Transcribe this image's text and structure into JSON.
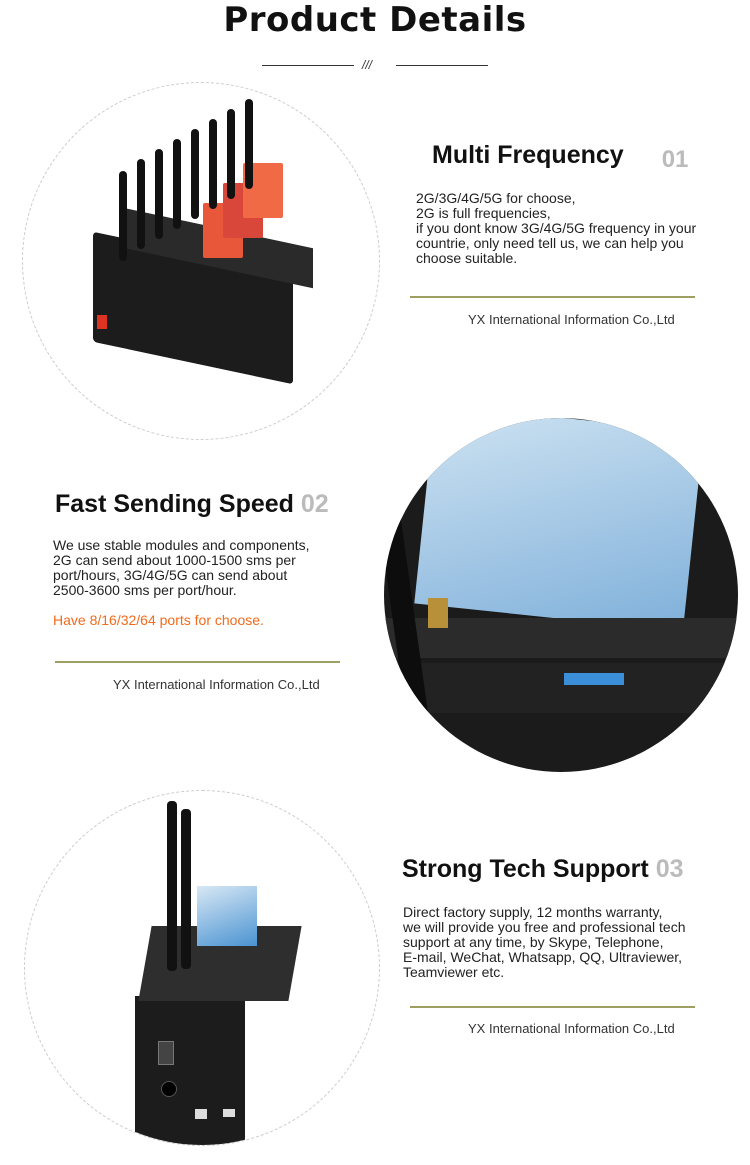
{
  "header": {
    "title": "Product Details",
    "divider_mark": "///"
  },
  "sections": [
    {
      "title": "Multi Frequency",
      "number": "01",
      "body": "2G/3G/4G/5G for choose,\n2G is full frequencies,\n if you dont know 3G/4G/5G frequency in your\ncountrie, only need tell us, we can help you\nchoose suitable.",
      "company": "YX International Information Co.,Ltd"
    },
    {
      "title": "Fast Sending Speed",
      "number": "02",
      "body": "We use stable modules and components,\n2G can send about 1000-1500 sms per\nport/hours, 3G/4G/5G can send about\n2500-3600 sms per port/hour.",
      "highlight": "Have 8/16/32/64 ports for choose.",
      "company": "YX International Information Co.,Ltd"
    },
    {
      "title": "Strong Tech Support",
      "number": "03",
      "body": "Direct factory supply, 12 months warranty,\nwe will provide you free and professional tech\nsupport at any time, by Skype, Telephone,\nE-mail, WeChat, Whatsapp, QQ, Ultraviewer,\nTeamviewer etc.",
      "company": "YX International Information Co.,Ltd"
    }
  ],
  "colors": {
    "accent_line": "#9ea063",
    "highlight": "#f26a1b",
    "number": "#bbbbbb"
  }
}
